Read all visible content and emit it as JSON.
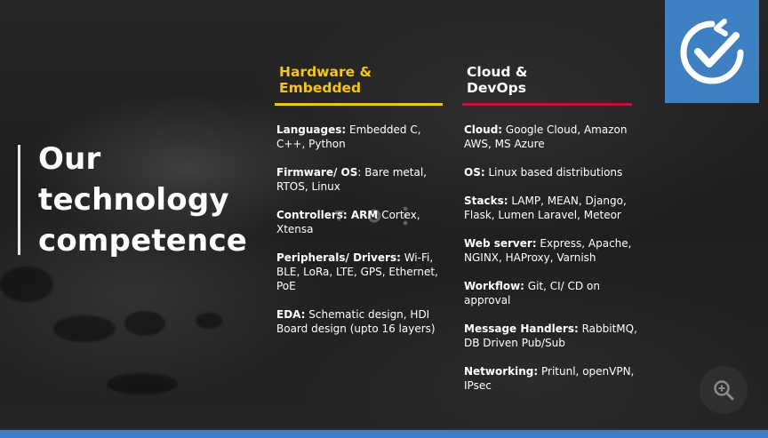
{
  "title": {
    "lines": [
      "Our",
      "technology",
      "competence"
    ]
  },
  "columns": [
    {
      "header_lines": [
        "Hardware &",
        "Embedded"
      ],
      "accent_color": "#f0c419",
      "entries": [
        {
          "label": "Languages:",
          "text": " Embedded C, C++, Python"
        },
        {
          "label": "Firmware/ OS",
          "text": ": Bare metal, RTOS, Linux"
        },
        {
          "label": "Controllers: ARM",
          "text": " Cortex, Xtensa"
        },
        {
          "label": "Peripherals/ Drivers:",
          "text": " Wi-Fi, BLE, LoRa, LTE, GPS, Ethernet, PoE"
        },
        {
          "label": "EDA:",
          "text": " Schematic design, HDI Board design (upto 16 layers)"
        }
      ]
    },
    {
      "header_lines": [
        "Cloud &",
        "DevOps"
      ],
      "accent_color": "#c8102e",
      "entries": [
        {
          "label": "Cloud:",
          "text": " Google Cloud, Amazon AWS, MS Azure"
        },
        {
          "label": "OS:",
          "text": " Linux based distributions"
        },
        {
          "label": "Stacks:",
          "text": " LAMP, MEAN, Django, Flask, Lumen Laravel, Meteor"
        },
        {
          "label": "Web server:",
          "text": " Express, Apache, NGINX, HAProxy, Varnish"
        },
        {
          "label": "Workflow:",
          "text": " Git, CI/ CD on approval"
        },
        {
          "label": "Message Handlers:",
          "text": " RabbitMQ, DB Driven Pub/Sub"
        },
        {
          "label": "Networking:",
          "text": " Pritunl, openVPN, IPsec"
        }
      ]
    }
  ],
  "logo": {
    "icon": "checkmark-refresh-icon",
    "color": "#3e7fc1"
  },
  "zoom": {
    "icon": "zoom-in-icon"
  },
  "overlay_icons": [
    "filter-icon",
    "settings-icon",
    "more-vertical-icon"
  ],
  "progress": {
    "fraction": 1.0,
    "color": "#3f7ec7"
  }
}
